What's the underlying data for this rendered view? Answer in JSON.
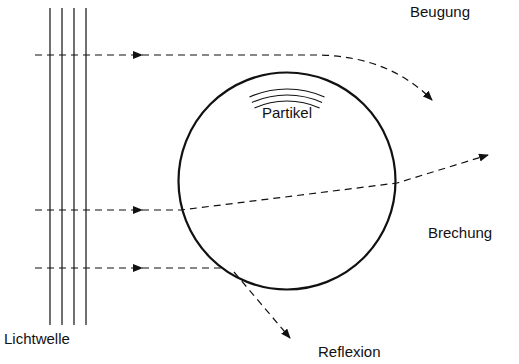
{
  "diagram": {
    "nodes": [
      {
        "text": [
          "Partikel"
        ]
      }
    ],
    "labels": [
      "Beugung",
      "Brechung",
      "Reflexion",
      "Lichtwelle"
    ]
  }
}
